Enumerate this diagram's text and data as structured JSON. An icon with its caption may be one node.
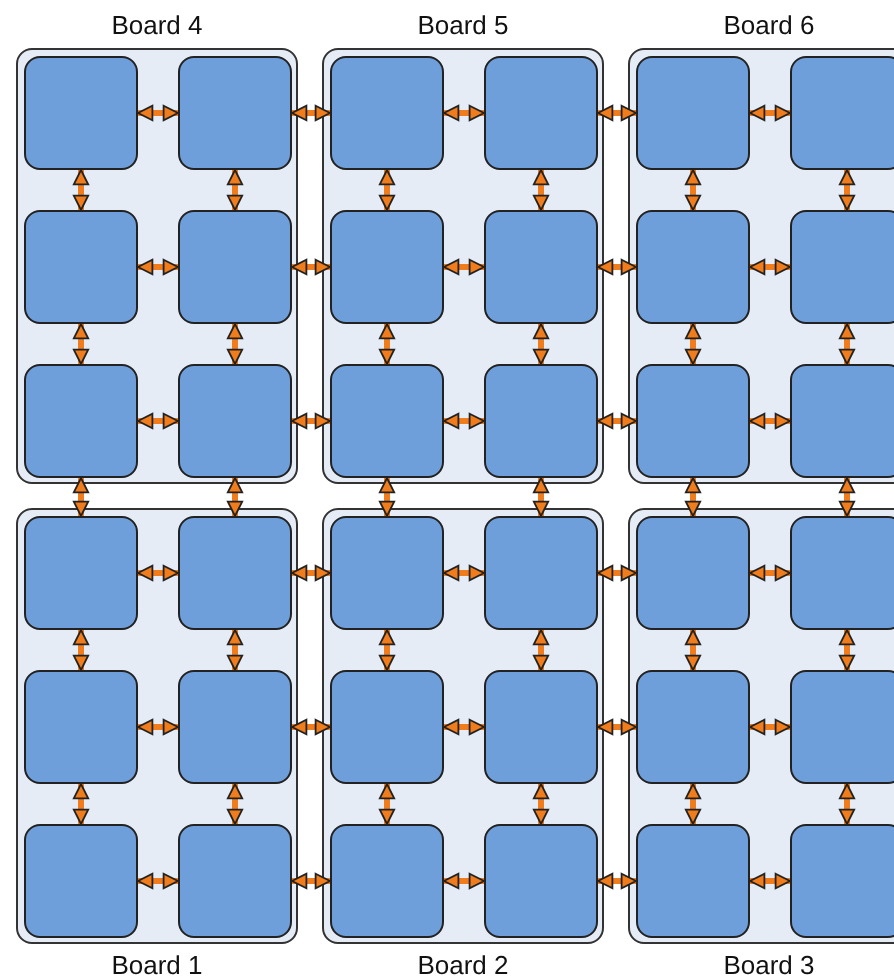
{
  "diagram": {
    "nodes": [
      {
        "text": [
          "Board 4"
        ]
      },
      {
        "text": [],
        "shape": "box",
        "in": 0
      },
      {
        "text": [],
        "shape": "box",
        "in": 0
      },
      {
        "text": [],
        "shape": "box",
        "in": 0
      },
      {
        "text": [],
        "shape": "box",
        "in": 0
      },
      {
        "text": [],
        "shape": "box",
        "in": 0
      },
      {
        "text": [],
        "shape": "box",
        "in": 0
      },
      {
        "text": [
          "Board 5"
        ]
      },
      {
        "text": [],
        "shape": "box",
        "in": 7
      },
      {
        "text": [],
        "shape": "box",
        "in": 7
      },
      {
        "text": [],
        "shape": "box",
        "in": 7
      },
      {
        "text": [],
        "shape": "box",
        "in": 7
      },
      {
        "text": [],
        "shape": "box",
        "in": 7
      },
      {
        "text": [],
        "shape": "box",
        "in": 7
      },
      {
        "text": [
          "Board 6"
        ]
      },
      {
        "text": [],
        "shape": "box",
        "in": 14
      },
      {
        "text": [],
        "shape": "box",
        "in": 14
      },
      {
        "text": [],
        "shape": "box",
        "in": 14
      },
      {
        "text": [],
        "shape": "box",
        "in": 14
      },
      {
        "text": [],
        "shape": "box",
        "in": 14
      },
      {
        "text": [],
        "shape": "box",
        "in": 14
      },
      {
        "text": [
          "Board 1"
        ]
      },
      {
        "text": [],
        "shape": "box",
        "in": 21
      },
      {
        "text": [],
        "shape": "box",
        "in": 21
      },
      {
        "text": [],
        "shape": "box",
        "in": 21
      },
      {
        "text": [],
        "shape": "box",
        "in": 21
      },
      {
        "text": [],
        "shape": "box",
        "in": 21
      },
      {
        "text": [],
        "shape": "box",
        "in": 21
      },
      {
        "text": [
          "Board 2"
        ]
      },
      {
        "text": [],
        "shape": "box",
        "in": 28
      },
      {
        "text": [],
        "shape": "box",
        "in": 28
      },
      {
        "text": [],
        "shape": "box",
        "in": 28
      },
      {
        "text": [],
        "shape": "box",
        "in": 28
      },
      {
        "text": [],
        "shape": "box",
        "in": 28
      },
      {
        "text": [],
        "shape": "box",
        "in": 28
      },
      {
        "text": [
          "Board 3"
        ]
      },
      {
        "text": [],
        "shape": "box",
        "in": 35
      },
      {
        "text": [],
        "shape": "box",
        "in": 35
      },
      {
        "text": [],
        "shape": "box",
        "in": 35
      },
      {
        "text": [],
        "shape": "box",
        "in": 35
      },
      {
        "text": [],
        "shape": "box",
        "in": 35
      },
      {
        "text": [],
        "shape": "box",
        "in": 35
      }
    ],
    "edges": [
      {
        "from": 1,
        "to": 2,
        "arrow": "both"
      },
      {
        "from": 2,
        "to": 8,
        "arrow": "both"
      },
      {
        "from": 8,
        "to": 9,
        "arrow": "both"
      },
      {
        "from": 9,
        "to": 15,
        "arrow": "both"
      },
      {
        "from": 15,
        "to": 16,
        "arrow": "both"
      },
      {
        "from": 3,
        "to": 4,
        "arrow": "both"
      },
      {
        "from": 4,
        "to": 10,
        "arrow": "both"
      },
      {
        "from": 10,
        "to": 11,
        "arrow": "both"
      },
      {
        "from": 11,
        "to": 17,
        "arrow": "both"
      },
      {
        "from": 17,
        "to": 18,
        "arrow": "both"
      },
      {
        "from": 5,
        "to": 6,
        "arrow": "both"
      },
      {
        "from": 6,
        "to": 12,
        "arrow": "both"
      },
      {
        "from": 12,
        "to": 13,
        "arrow": "both"
      },
      {
        "from": 13,
        "to": 19,
        "arrow": "both"
      },
      {
        "from": 19,
        "to": 20,
        "arrow": "both"
      },
      {
        "from": 1,
        "to": 3,
        "arrow": "both"
      },
      {
        "from": 2,
        "to": 4,
        "arrow": "both"
      },
      {
        "from": 8,
        "to": 10,
        "arrow": "both"
      },
      {
        "from": 9,
        "to": 11,
        "arrow": "both"
      },
      {
        "from": 15,
        "to": 17,
        "arrow": "both"
      },
      {
        "from": 16,
        "to": 18,
        "arrow": "both"
      },
      {
        "from": 3,
        "to": 5,
        "arrow": "both"
      },
      {
        "from": 4,
        "to": 6,
        "arrow": "both"
      },
      {
        "from": 10,
        "to": 12,
        "arrow": "both"
      },
      {
        "from": 11,
        "to": 13,
        "arrow": "both"
      },
      {
        "from": 17,
        "to": 19,
        "arrow": "both"
      },
      {
        "from": 18,
        "to": 20,
        "arrow": "both"
      },
      {
        "from": 5,
        "to": 22,
        "arrow": "both"
      },
      {
        "from": 6,
        "to": 23,
        "arrow": "both"
      },
      {
        "from": 12,
        "to": 29,
        "arrow": "both"
      },
      {
        "from": 13,
        "to": 30,
        "arrow": "both"
      },
      {
        "from": 19,
        "to": 36,
        "arrow": "both"
      },
      {
        "from": 20,
        "to": 37,
        "arrow": "both"
      },
      {
        "from": 22,
        "to": 23,
        "arrow": "both"
      },
      {
        "from": 23,
        "to": 29,
        "arrow": "both"
      },
      {
        "from": 29,
        "to": 30,
        "arrow": "both"
      },
      {
        "from": 30,
        "to": 36,
        "arrow": "both"
      },
      {
        "from": 36,
        "to": 37,
        "arrow": "both"
      },
      {
        "from": 24,
        "to": 25,
        "arrow": "both"
      },
      {
        "from": 25,
        "to": 31,
        "arrow": "both"
      },
      {
        "from": 31,
        "to": 32,
        "arrow": "both"
      },
      {
        "from": 32,
        "to": 38,
        "arrow": "both"
      },
      {
        "from": 38,
        "to": 39,
        "arrow": "both"
      },
      {
        "from": 26,
        "to": 27,
        "arrow": "both"
      },
      {
        "from": 27,
        "to": 33,
        "arrow": "both"
      },
      {
        "from": 33,
        "to": 34,
        "arrow": "both"
      },
      {
        "from": 34,
        "to": 40,
        "arrow": "both"
      },
      {
        "from": 40,
        "to": 41,
        "arrow": "both"
      },
      {
        "from": 22,
        "to": 24,
        "arrow": "both"
      },
      {
        "from": 23,
        "to": 25,
        "arrow": "both"
      },
      {
        "from": 29,
        "to": 31,
        "arrow": "both"
      },
      {
        "from": 30,
        "to": 32,
        "arrow": "both"
      },
      {
        "from": 36,
        "to": 38,
        "arrow": "both"
      },
      {
        "from": 37,
        "to": 39,
        "arrow": "both"
      },
      {
        "from": 24,
        "to": 26,
        "arrow": "both"
      },
      {
        "from": 25,
        "to": 27,
        "arrow": "both"
      },
      {
        "from": 31,
        "to": 33,
        "arrow": "both"
      },
      {
        "from": 32,
        "to": 34,
        "arrow": "both"
      },
      {
        "from": 38,
        "to": 40,
        "arrow": "both"
      },
      {
        "from": 39,
        "to": 41,
        "arrow": "both"
      }
    ]
  }
}
